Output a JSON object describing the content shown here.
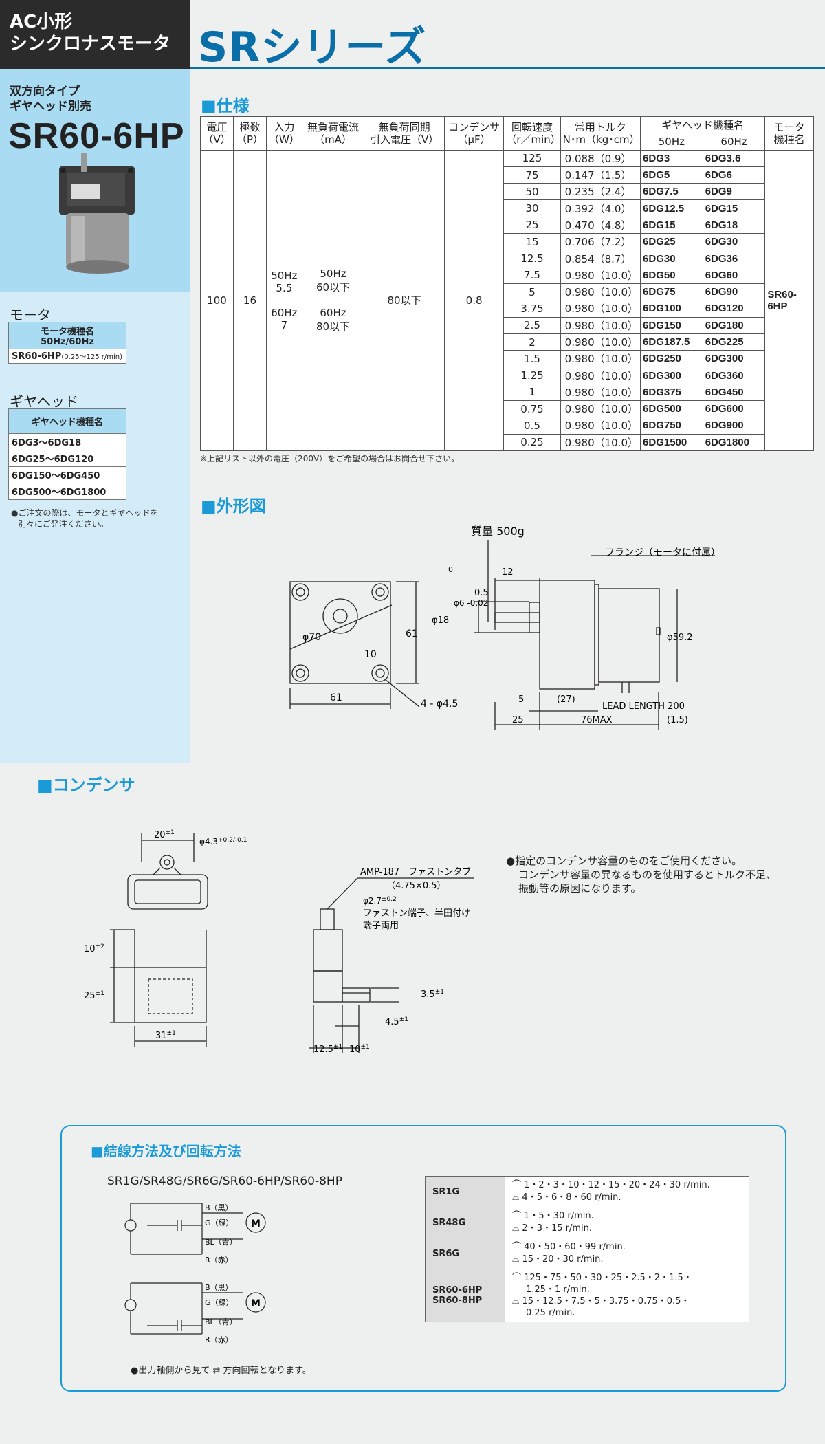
{
  "header": {
    "left_line1": "AC小形",
    "left_line2": "シンクロナスモータ",
    "series_title": "SRシリーズ"
  },
  "sidebar": {
    "subtitle_line1": "双方向タイプ",
    "subtitle_line2": "ギヤヘッド別売",
    "model": "SR60-6HP",
    "motor_section": "モータ",
    "motor_table_header1": "モータ機種名",
    "motor_table_header2": "50Hz/60Hz",
    "motor_model": "SR60-6HP",
    "motor_range": "(0.25～125 r/min)",
    "gear_section": "ギヤヘッド",
    "gear_table_header": "ギヤヘッド機種名",
    "gear_rows": [
      "6DG3～6DG18",
      "6DG25～6DG120",
      "6DG150～6DG450",
      "6DG500～6DG1800"
    ],
    "order_note_line1": "●ご注文の際は、モータとギヤヘッドを",
    "order_note_line2": "別々にご発注ください。"
  },
  "spec": {
    "section_title": "■仕様",
    "headers": {
      "voltage": "電圧",
      "voltage_unit": "（V）",
      "poles": "極数",
      "poles_unit": "（P）",
      "input": "入力",
      "input_unit": "（W）",
      "noload_current": "無負荷電流",
      "noload_current_unit": "（mA）",
      "sync_voltage": "無負荷同期",
      "sync_voltage_unit": "引入電圧（V）",
      "capacitor": "コンデンサ",
      "capacitor_unit": "（μF）",
      "speed": "回転速度",
      "speed_unit": "（r／min）",
      "torque": "常用トルク",
      "torque_unit": "N･m（kg･cm）",
      "gearhead": "ギヤヘッド機種名",
      "hz50": "50Hz",
      "hz60": "60Hz",
      "motor_model_line1": "モータ",
      "motor_model_line2": "機種名"
    },
    "voltage": "100",
    "poles": "16",
    "input_50": "50Hz",
    "input_50_val": "5.5",
    "input_60": "60Hz",
    "input_60_val": "7",
    "current_50": "50Hz",
    "current_50_val": "60以下",
    "current_60": "60Hz",
    "current_60_val": "80以下",
    "sync_voltage": "80以下",
    "capacitor": "0.8",
    "motor_model_line1": "SR60-",
    "motor_model_line2": "6HP",
    "rows": [
      {
        "speed": "125",
        "torque": "0.088（0.9）",
        "g50": "6DG3",
        "g60": "6DG3.6"
      },
      {
        "speed": "75",
        "torque": "0.147（1.5）",
        "g50": "6DG5",
        "g60": "6DG6"
      },
      {
        "speed": "50",
        "torque": "0.235（2.4）",
        "g50": "6DG7.5",
        "g60": "6DG9"
      },
      {
        "speed": "30",
        "torque": "0.392（4.0）",
        "g50": "6DG12.5",
        "g60": "6DG15"
      },
      {
        "speed": "25",
        "torque": "0.470（4.8）",
        "g50": "6DG15",
        "g60": "6DG18"
      },
      {
        "speed": "15",
        "torque": "0.706（7.2）",
        "g50": "6DG25",
        "g60": "6DG30"
      },
      {
        "speed": "12.5",
        "torque": "0.854（8.7）",
        "g50": "6DG30",
        "g60": "6DG36"
      },
      {
        "speed": "7.5",
        "torque": "0.980（10.0）",
        "g50": "6DG50",
        "g60": "6DG60"
      },
      {
        "speed": "5",
        "torque": "0.980（10.0）",
        "g50": "6DG75",
        "g60": "6DG90"
      },
      {
        "speed": "3.75",
        "torque": "0.980（10.0）",
        "g50": "6DG100",
        "g60": "6DG120"
      },
      {
        "speed": "2.5",
        "torque": "0.980（10.0）",
        "g50": "6DG150",
        "g60": "6DG180"
      },
      {
        "speed": "2",
        "torque": "0.980（10.0）",
        "g50": "6DG187.5",
        "g60": "6DG225"
      },
      {
        "speed": "1.5",
        "torque": "0.980（10.0）",
        "g50": "6DG250",
        "g60": "6DG300"
      },
      {
        "speed": "1.25",
        "torque": "0.980（10.0）",
        "g50": "6DG300",
        "g60": "6DG360"
      },
      {
        "speed": "1",
        "torque": "0.980（10.0）",
        "g50": "6DG375",
        "g60": "6DG450"
      },
      {
        "speed": "0.75",
        "torque": "0.980（10.0）",
        "g50": "6DG500",
        "g60": "6DG600"
      },
      {
        "speed": "0.5",
        "torque": "0.980（10.0）",
        "g50": "6DG750",
        "g60": "6DG900"
      },
      {
        "speed": "0.25",
        "torque": "0.980（10.0）",
        "g50": "6DG1500",
        "g60": "6DG1800"
      }
    ],
    "footnote": "※上記リスト以外の電圧（200V）をご希望の場合はお問合せ下さい。"
  },
  "outline": {
    "section_title": "■外形図",
    "mass": "質量 500g",
    "flange": "フランジ（モータに付属）",
    "dim_61_w": "61",
    "dim_61_h": "61",
    "dim_70": "φ70",
    "dim_10": "10",
    "holes": "4 - φ4.5",
    "shaft_tol": "φ6 -0.02",
    "shaft_tol0": "0",
    "dim_05": "0.5",
    "dim_12": "12",
    "dim_18": "φ18",
    "dim_592": "φ59.2",
    "dim_5": "5",
    "dim_27": "(27)",
    "dim_25": "25",
    "dim_76": "76MAX",
    "lead": "LEAD LENGTH 200",
    "dim_15": "(1.5)"
  },
  "capacitor": {
    "section_title": "■コンデンサ",
    "dim_20": "20",
    "dim_20_tol": "±1",
    "dim_43": "φ4.3",
    "dim_43_tol": "+0.2/-0.1",
    "dim_10": "10",
    "dim_10_tol": "±2",
    "dim_25": "25",
    "dim_25_tol": "±1",
    "dim_31": "31",
    "dim_31_tol": "±1",
    "amp": "AMP-187　ファストンタブ",
    "amp_size": "（4.75×0.5）",
    "dim_27": "φ2.7",
    "dim_27_tol": "±0.2",
    "terminal_line1": "ファストン端子、半田付け",
    "terminal_line2": "端子両用",
    "dim_35": "3.5",
    "dim_35_tol": "±1",
    "dim_45": "4.5",
    "dim_45_tol": "±1",
    "dim_125": "12.5",
    "dim_125_tol": "±1",
    "dim_10b": "10",
    "dim_10b_tol": "±1",
    "note_line1": "●指定のコンデンサ容量のものをご使用ください。",
    "note_line2": "コンデンサ容量の異なるものを使用するとトルク不足、",
    "note_line3": "振動等の原因になります。"
  },
  "wiring": {
    "section_title": "■結線方法及び回転方法",
    "models": "SR1G/SR48G/SR6G/SR60-6HP/SR60-8HP",
    "wire_b": "B（黒）",
    "wire_g": "G（緑）",
    "wire_bl": "BL（青）",
    "wire_r": "R（赤）",
    "motor": "M",
    "footer": "●出力軸側から見て ⇄ 方向回転となります。",
    "rotation": [
      {
        "model": "SR1G",
        "cw": "1・2・3・10・12・15・20・24・30 r/min.",
        "ccw": "4・5・6・8・60 r/min."
      },
      {
        "model": "SR48G",
        "cw": "1・5・30 r/min.",
        "ccw": "2・3・15 r/min."
      },
      {
        "model": "SR6G",
        "cw": "40・50・60・99 r/min.",
        "ccw": "15・20・30 r/min."
      }
    ],
    "rot_last_model1": "SR60-6HP",
    "rot_last_model2": "SR60-8HP",
    "rot_last_cw1": "125・75・50・30・25・2.5・2・1.5・",
    "rot_last_cw2": "1.25・1 r/min.",
    "rot_last_ccw1": "15・12.5・7.5・5・3.75・0.75・0.5・",
    "rot_last_ccw2": "0.25 r/min."
  }
}
